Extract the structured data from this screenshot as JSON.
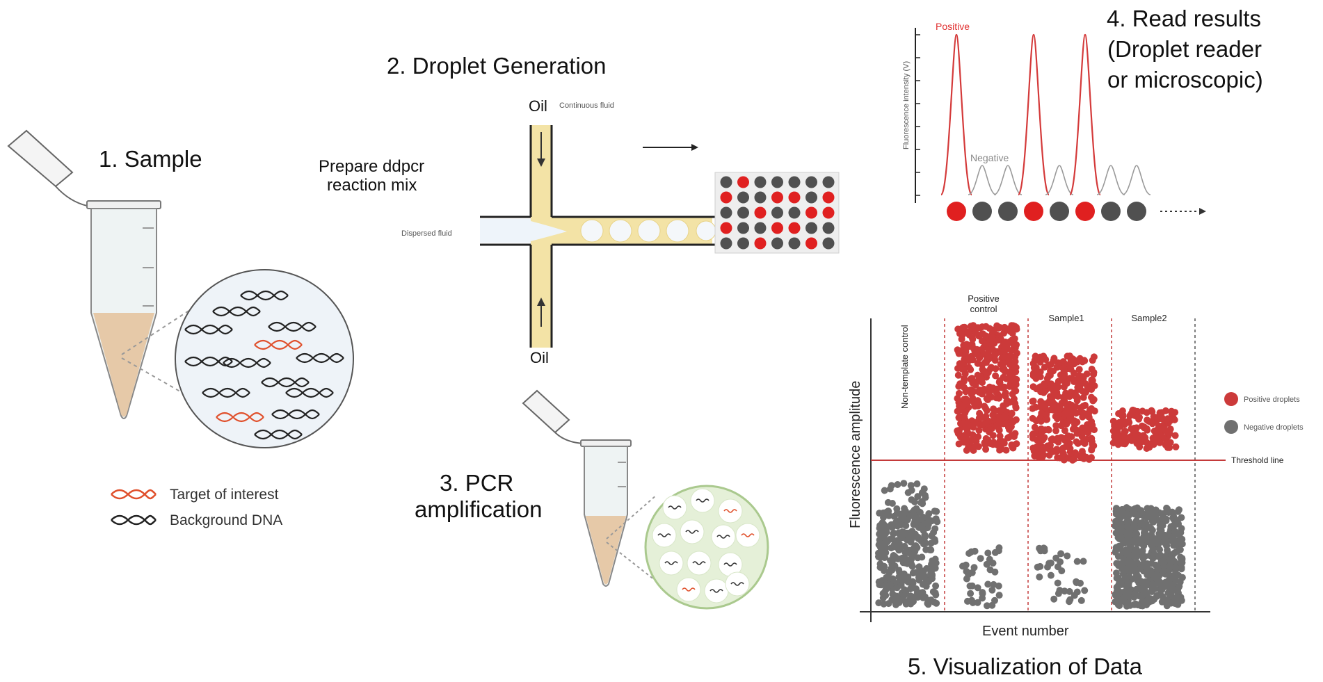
{
  "steps": {
    "sample": "1. Sample",
    "droplet_generation": "2. Droplet  Generation",
    "pcr_line1": "3. PCR",
    "pcr_line2": "amplification",
    "read_line1": "4. Read results",
    "read_line2": "(Droplet reader",
    "read_line3": "or microscopic)",
    "visualization": "5. Visualization of Data"
  },
  "sample_legend": {
    "target": "Target of interest",
    "background": "Background DNA"
  },
  "droplet_gen": {
    "prepare_line1": "Prepare ddpcr",
    "prepare_line2": "reaction mix",
    "oil_top": "Oil",
    "oil_bottom": "Oil",
    "continuous_fluid": "Continuous fluid",
    "dispersed_fluid": "Dispersed fluid",
    "grid_positives": [
      [
        0,
        1
      ],
      [
        1,
        0
      ],
      [
        1,
        3
      ],
      [
        1,
        4
      ],
      [
        1,
        6
      ],
      [
        2,
        2
      ],
      [
        2,
        5
      ],
      [
        2,
        6
      ],
      [
        3,
        0
      ],
      [
        3,
        3
      ],
      [
        3,
        4
      ],
      [
        4,
        2
      ],
      [
        4,
        5
      ]
    ]
  },
  "read_results": {
    "positive_label": "Positive",
    "negative_label": "Negative",
    "ylabel": "Fluorescence intensity (V)",
    "droplets": [
      "positive",
      "negative",
      "negative",
      "positive",
      "negative",
      "positive",
      "negative",
      "negative"
    ]
  },
  "chart_data": {
    "type": "scatter",
    "title": "",
    "xlabel": "Event number",
    "ylabel": "Fluorescence amplitude",
    "columns": [
      "Non-template control",
      "Positive control",
      "Sample1",
      "Sample2"
    ],
    "threshold_label": "Threshold line",
    "legend": [
      "Positive droplets",
      "Negative droplets"
    ],
    "legend_placement": "right",
    "grid": false,
    "colors": {
      "positive": "#cc3a3a",
      "negative": "#707070",
      "threshold": "#c43a3a"
    }
  },
  "colors": {
    "accent_red": "#e02020",
    "droplet_gray": "#505050",
    "channel_fill": "#f3e3a6",
    "channel_stroke": "#222222",
    "tube_liquid": "#e6c9a8"
  }
}
